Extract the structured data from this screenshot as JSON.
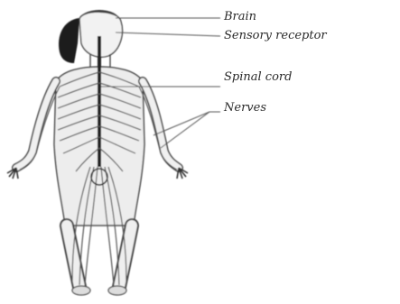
{
  "diagram": {
    "labels": [
      {
        "id": "brain",
        "text": "Brain"
      },
      {
        "id": "sensory-receptor",
        "text": "Sensory receptor"
      },
      {
        "id": "spinal-cord",
        "text": "Spinal cord"
      },
      {
        "id": "nerves",
        "text": "Nerves"
      }
    ]
  }
}
